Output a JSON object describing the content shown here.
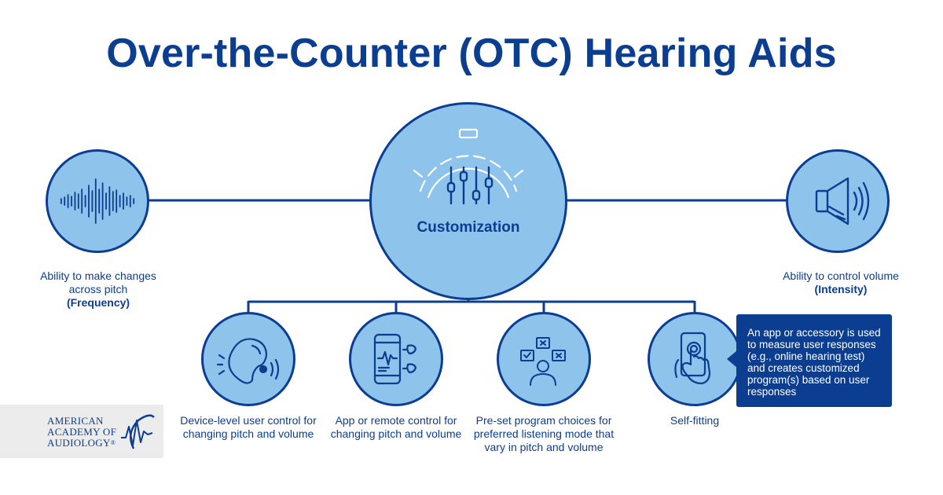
{
  "title": "Over-the-Counter (OTC) Hearing Aids",
  "center": {
    "label": "Customization",
    "icon": "sliders-gear-icon"
  },
  "left": {
    "icon": "sound-wave-icon",
    "text": "Ability to make changes across pitch",
    "bold": "(Frequency)"
  },
  "right": {
    "icon": "speaker-volume-icon",
    "text": "Ability to control volume",
    "bold": "(Intensity)"
  },
  "options": [
    {
      "icon": "hearing-aid-icon",
      "label": "Device-level user control for changing pitch and volume"
    },
    {
      "icon": "phone-app-icon",
      "label": "App or remote control for changing pitch and volume"
    },
    {
      "icon": "person-choices-icon",
      "label": "Pre-set program choices for preferred listening mode that vary in pitch and volume"
    },
    {
      "icon": "touch-phone-icon",
      "label": "Self-fitting"
    }
  ],
  "callout": "An app or accessory is used to measure user responses (e.g., online hearing test) and creates customized program(s) based on user responses",
  "logo": {
    "line1": "AMERICAN",
    "line2": "ACADEMY OF",
    "line3": "AUDIOLOGY",
    "mark": "®"
  },
  "colors": {
    "navy": "#0b3d91",
    "light_blue": "#8ec3ec",
    "callout_bg": "#0b3d91",
    "logo_bg": "#ececec"
  }
}
